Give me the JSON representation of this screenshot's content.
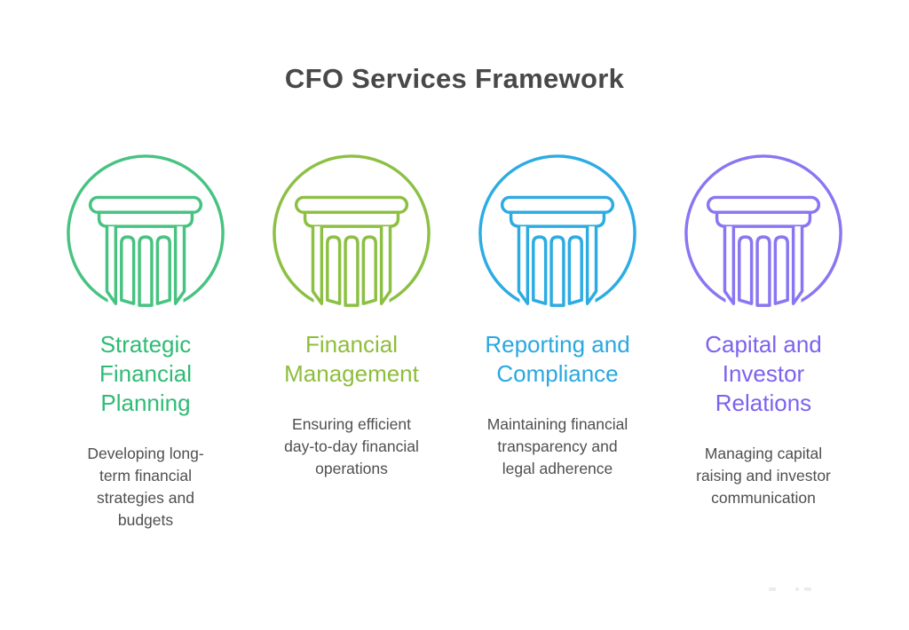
{
  "title": "CFO Services Framework",
  "colors": {
    "title_text": "#484848",
    "body_text": "#4f4f4f",
    "background": "#ffffff"
  },
  "pillars": [
    {
      "icon": "pillar-icon",
      "icon_color": "#47c381",
      "heading_color": "#2fbb75",
      "heading": "Strategic\nFinancial\nPlanning",
      "description": "Developing long-\nterm financial\nstrategies and\nbudgets"
    },
    {
      "icon": "pillar-icon",
      "icon_color": "#8cc043",
      "heading_color": "#8ebd3c",
      "heading": "Financial\nManagement",
      "description": "Ensuring efficient\nday-to-day financial\noperations"
    },
    {
      "icon": "pillar-icon",
      "icon_color": "#2cace3",
      "heading_color": "#29a8e0",
      "heading": "Reporting and\nCompliance",
      "description": "Maintaining financial\ntransparency and\nlegal adherence"
    },
    {
      "icon": "pillar-icon",
      "icon_color": "#8976f2",
      "heading_color": "#7c62ef",
      "heading": "Capital and\nInvestor\nRelations",
      "description": "Managing capital\nraising and investor\ncommunication"
    }
  ]
}
